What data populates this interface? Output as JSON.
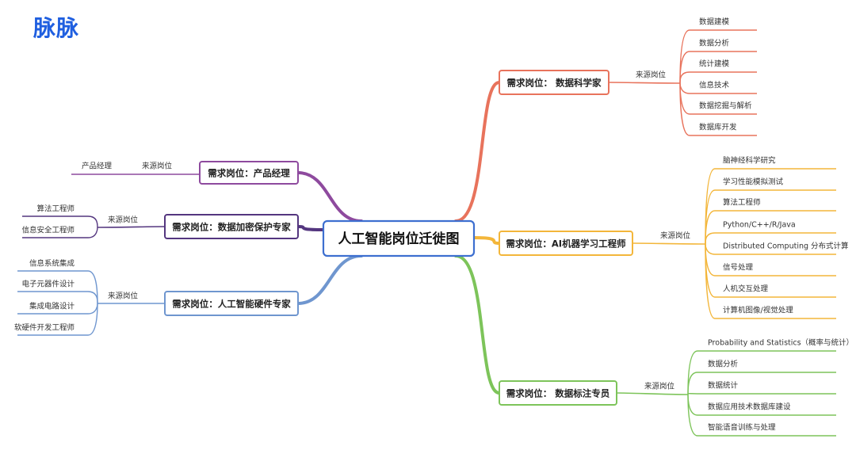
{
  "logo": {
    "text": "脉脉",
    "color": "#1f5fe0"
  },
  "center": {
    "label": "人工智能岗位迁徙图",
    "color": "#3d6fd0"
  },
  "branches": [
    {
      "label": "需求岗位：  数据科学家",
      "source_label": "来源岗位",
      "color": "#e8735c",
      "leaves": [
        "数据建模",
        "数据分析",
        "统计建模",
        "信息技术",
        "数据挖掘与解析",
        "数据库开发"
      ]
    },
    {
      "label": "需求岗位：AI机器学习工程师",
      "source_label": "来源岗位",
      "color": "#f3b63a",
      "leaves": [
        "脑神经科学研究",
        "学习性能模拟测试",
        "算法工程师",
        "Python/C++/R/Java",
        "Distributed Computing 分布式计算",
        "信号处理",
        "人机交互处理",
        "计算机图像/视觉处理"
      ]
    },
    {
      "label": "需求岗位：  数据标注专员",
      "source_label": "来源岗位",
      "color": "#7dc45a",
      "leaves": [
        "Probability and Statistics（概率与统计）",
        "数据分析",
        "数据统计",
        "数据应用技术数据库建设",
        "智能语音训练与处理"
      ]
    },
    {
      "label": "需求岗位：产品经理",
      "source_label": "来源岗位",
      "color": "#8e4a9e",
      "leaves": [
        "产品经理"
      ]
    },
    {
      "label": "需求岗位：数据加密保护专家",
      "source_label": "来源岗位",
      "color": "#54367f",
      "leaves": [
        "算法工程师",
        "信息安全工程师"
      ]
    },
    {
      "label": "需求岗位：人工智能硬件专家",
      "source_label": "来源岗位",
      "color": "#6f96cf",
      "leaves": [
        "信息系统集成",
        "电子元器件设计",
        "集成电路设计",
        "软硬件开发工程师"
      ]
    }
  ]
}
